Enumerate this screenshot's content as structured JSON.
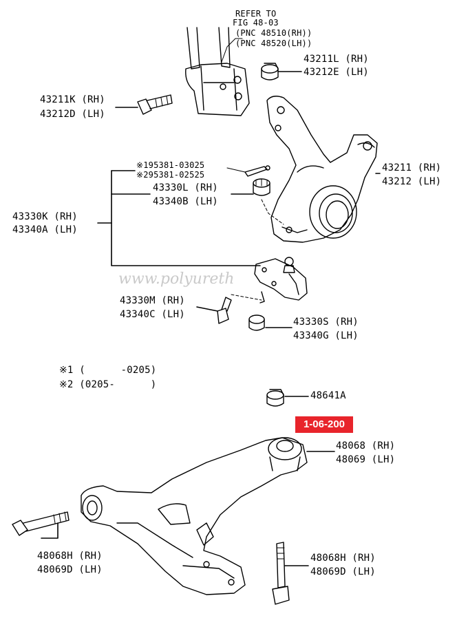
{
  "refer": {
    "line1": "REFER TO",
    "line2": "FIG 48-03",
    "line3": "(PNC 48510(RH))",
    "line4": "(PNC 48520(LH))"
  },
  "labels": {
    "nut_top_rh": "43211L (RH)",
    "nut_top_lh": "43212E (LH)",
    "bolt_left_rh": "43211K (RH)",
    "bolt_left_lh": "43212D (LH)",
    "knuckle_rh": "43211 (RH)",
    "knuckle_lh": "43212 (LH)",
    "pin1": "※195381-03025",
    "pin2": "※295381-02525",
    "nut_mid_rh": "43330L (RH)",
    "nut_mid_lh": "43340B (LH)",
    "balljoint_rh": "43330K (RH)",
    "balljoint_lh": "43340A (LH)",
    "bolt_lower_rh": "43330M (RH)",
    "bolt_lower_lh": "43340C (LH)",
    "nut_lower_rh": "43330S (RH)",
    "nut_lower_lh": "43340G (LH)",
    "note1": "※1 (      -0205)",
    "note2": "※2 (0205-      )",
    "nut_arm": "48641A",
    "bushing_rh": "48068 (RH)",
    "bushing_lh": "48069 (LH)",
    "bolt_arm_left_rh": "48068H (RH)",
    "bolt_arm_left_lh": "48069D (LH)",
    "bolt_arm_right_rh": "48068H (RH)",
    "bolt_arm_right_lh": "48069D (LH)"
  },
  "badge": {
    "text": "1-06-200",
    "color": "#e8242b"
  },
  "watermark": "www.polyureth"
}
